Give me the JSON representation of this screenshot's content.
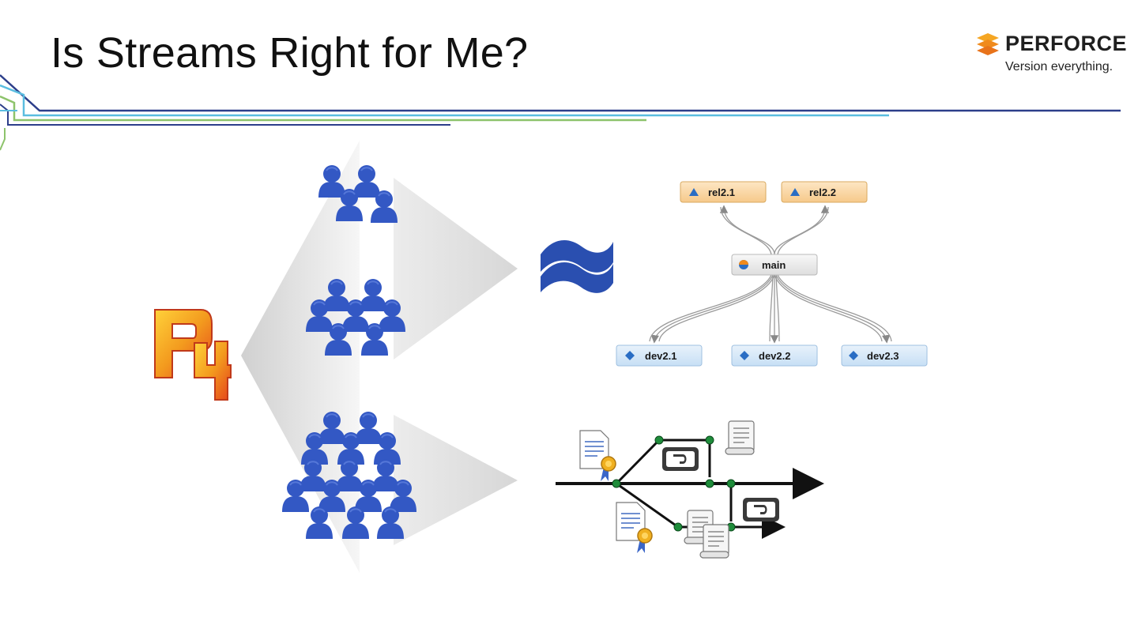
{
  "slide": {
    "title": "Is Streams Right for Me?"
  },
  "logo": {
    "name": "PERFORCE",
    "tagline": "Version everything."
  },
  "stream_graph": {
    "release_streams": [
      "rel2.1",
      "rel2.2"
    ],
    "mainline": "main",
    "development_streams": [
      "dev2.1",
      "dev2.2",
      "dev2.3"
    ]
  },
  "colors": {
    "people": "#3358c4",
    "release_node": "#fbd9a6",
    "dev_node": "#d6e8f8",
    "main_node": "#eeeeee",
    "approx_symbol": "#2a4fb0",
    "decor_dark_blue": "#2c3e8a",
    "decor_light_blue": "#5bbde0",
    "decor_green": "#8dc36b"
  },
  "icons": [
    "p4-logo",
    "team-small-icon",
    "team-medium-icon",
    "team-large-icon",
    "approximately-equal-icon",
    "document-certificate-icon",
    "script-scroll-icon",
    "merge-integrate-icon"
  ]
}
